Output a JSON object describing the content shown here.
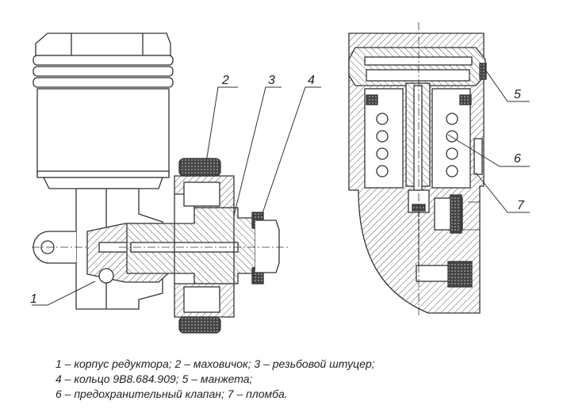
{
  "callouts": [
    "1",
    "2",
    "3",
    "4",
    "5",
    "6",
    "7"
  ],
  "caption": {
    "line1": "1 – корпус редуктора; 2 – маховичок; 3 – резьбовой штуцер;",
    "line2": "4 – кольцо 9В8.684.909; 5 – манжета;",
    "line3": "6 – предохранительный клапан; 7 – пломба."
  }
}
